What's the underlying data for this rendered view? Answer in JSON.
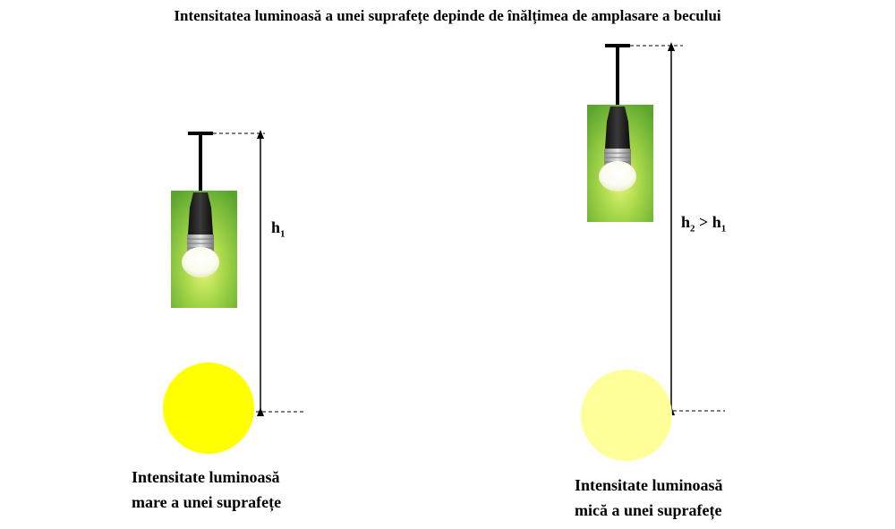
{
  "title": "Intensitatea luminoasă a unei suprafețe depinde de înălțimea de amplasare a becului",
  "left": {
    "height_label_main": "h",
    "height_label_sub": "1",
    "caption_line1": "Intensitate luminoasă",
    "caption_line2": "mare a unei suprafețe",
    "surface_color": "#ffff00"
  },
  "right": {
    "height_label_h2": "h",
    "height_label_sub2": "2",
    "height_label_op": " > ",
    "height_label_h1": "h",
    "height_label_sub1": "1",
    "caption_line1": "Intensitate luminoasă",
    "caption_line2": "mică a unei suprafețe",
    "surface_color": "#ffff99"
  },
  "colors": {
    "bulb_background": "#7bc043",
    "cord": "#000000"
  }
}
